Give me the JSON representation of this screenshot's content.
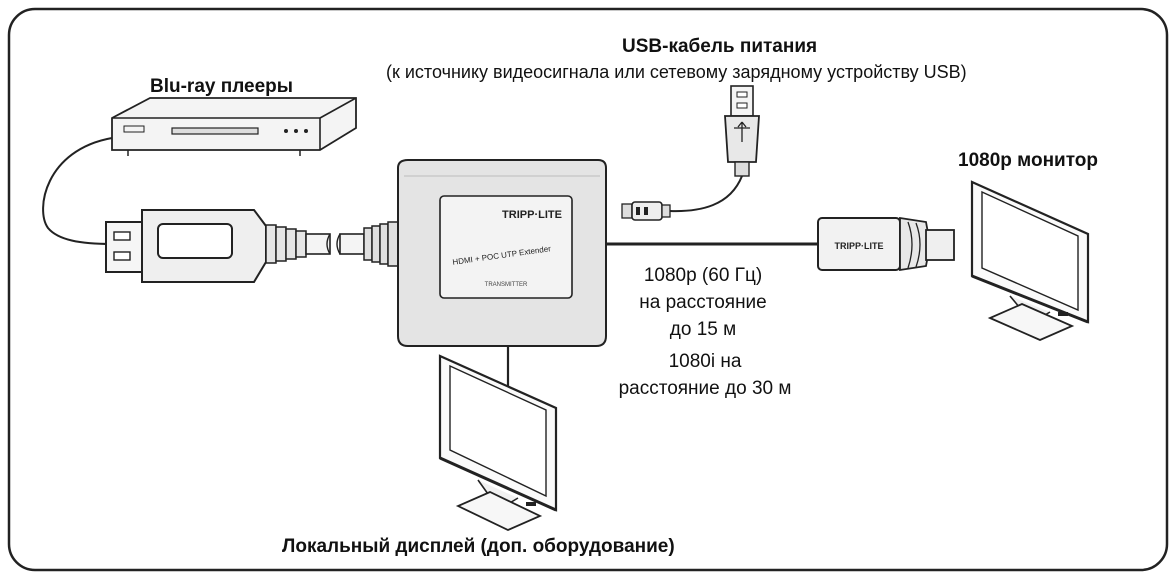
{
  "labels": {
    "usb_title": "USB-кабель питания",
    "usb_subtitle": "(к источнику видеосигнала или сетевому зарядному устройству USB)",
    "bluray": "Blu-ray плееры",
    "monitor_1080p": "1080p монитор",
    "dist_1080p_line1": "1080p (60 Гц)",
    "dist_1080p_line2": "на расстояние",
    "dist_1080p_line3": "до 15 м",
    "dist_1080i_line1": "1080i на",
    "dist_1080i_line2": "расстояние до 30 м",
    "local_display": "Локальный дисплей (доп. оборудование)"
  },
  "device": {
    "brand": "TRIPP·LITE",
    "model": "HDMI + POC UTP Extender",
    "role": "TRANSMITTER"
  },
  "receiver_brand": "TRIPP·LITE",
  "colors": {
    "frame": "#222222",
    "device_fill": "#e2e2e2",
    "panel_fill": "#f2f2f2",
    "line": "#1a1a1a"
  }
}
